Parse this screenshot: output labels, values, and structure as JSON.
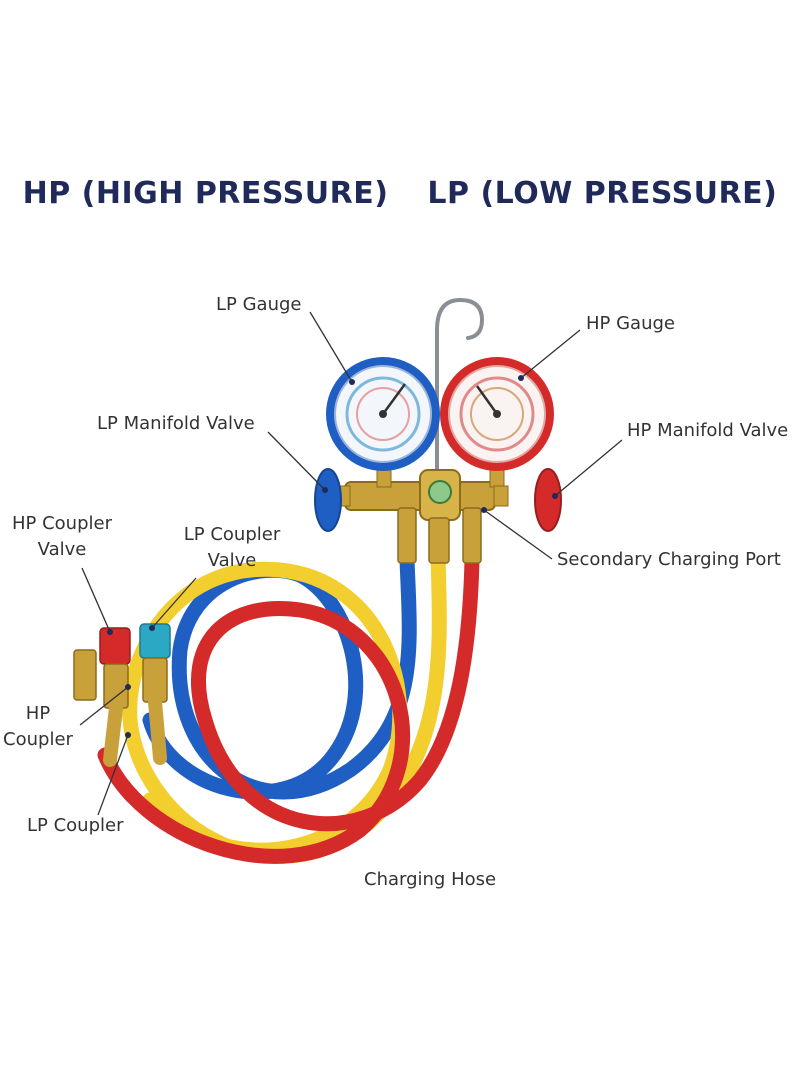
{
  "header": {
    "hp_title": "HP (HIGH PRESSURE)",
    "lp_title": "LP (LOW PRESSURE)"
  },
  "labels": {
    "lp_gauge": "LP Gauge",
    "hp_gauge": "HP Gauge",
    "lp_manifold_valve": "LP Manifold Valve",
    "hp_manifold_valve": "HP Manifold Valve",
    "hp_coupler_valve_line1": "HP Coupler",
    "hp_coupler_valve_line2": "Valve",
    "lp_coupler_valve_line1": "LP Coupler",
    "lp_coupler_valve_line2": "Valve",
    "secondary_charging_port": "Secondary Charging Port",
    "hp_coupler_line1": "HP",
    "hp_coupler_line2": "Coupler",
    "lp_coupler": "LP Coupler",
    "charging_hose": "Charging Hose"
  },
  "colors": {
    "header": "#1f2a5a",
    "low_side": "#1f5fc4",
    "high_side": "#d42a2a",
    "charging": "#f2cf2e",
    "brass": "#c9a13a"
  }
}
